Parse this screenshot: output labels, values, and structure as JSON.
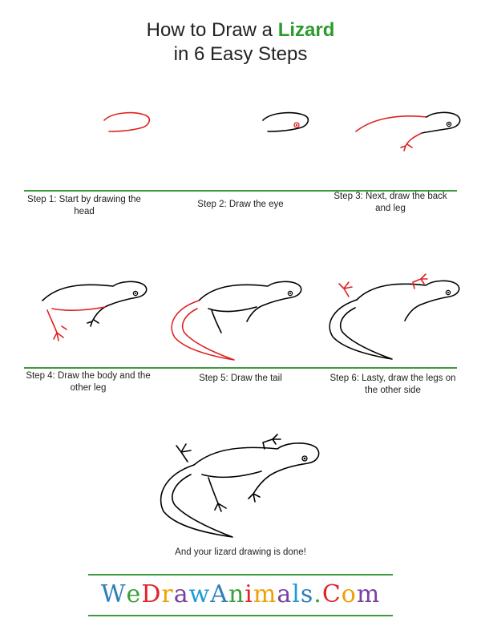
{
  "title": {
    "line1_prefix": "How to Draw a ",
    "line1_accent": "Lizard",
    "line2": "in 6 Easy Steps"
  },
  "steps": [
    {
      "caption": "Step 1: Start by drawing the head"
    },
    {
      "caption": "Step 2: Draw the eye"
    },
    {
      "caption": "Step 3: Next, draw the back and leg"
    },
    {
      "caption": "Step 4: Draw the body and the other leg"
    },
    {
      "caption": "Step 5: Draw the tail"
    },
    {
      "caption": "Step 6: Lasty, draw the legs on the other side"
    }
  ],
  "final_caption": "And your lizard drawing is done!",
  "logo": {
    "text": "WeDrawAnimals.Com",
    "colors": [
      "#2f7fb8",
      "#3aa03a",
      "#e0262b",
      "#f0a000",
      "#7a3fa0",
      "#1b9bd6"
    ]
  },
  "colors": {
    "accent_green": "#2c9a2c",
    "divider_green": "#3d9a3d",
    "new_stroke_red": "#e02020",
    "outline_black": "#000000"
  }
}
